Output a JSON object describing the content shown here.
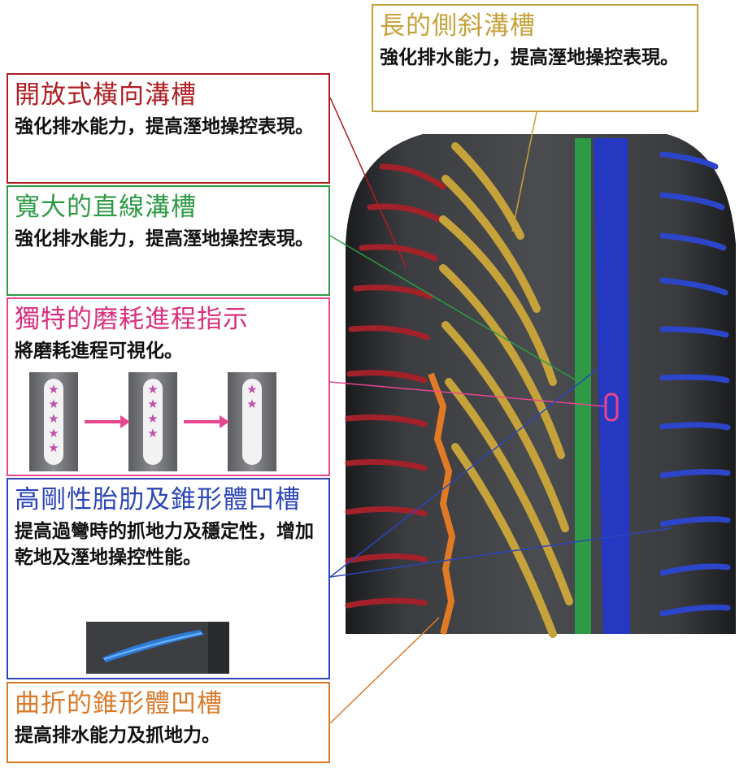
{
  "callouts": {
    "long_oblique": {
      "title": "長的側斜溝槽",
      "desc": "強化排水能力，提高溼地操控表現。",
      "color": "#c6a23b"
    },
    "open_lateral": {
      "title": "開放式橫向溝槽",
      "desc": "強化排水能力，提高溼地操控表現。",
      "color": "#b01e23"
    },
    "wide_straight": {
      "title": "寬大的直線溝槽",
      "desc": "強化排水能力，提高溼地操控表現。",
      "color": "#2e9a46"
    },
    "wear_indicator": {
      "title": "獨特的磨耗進程指示",
      "desc": "將磨耗進程可視化。",
      "color": "#e8458f"
    },
    "rigid_rib": {
      "title": "高剛性胎肋及錐形體凹槽",
      "desc": "提高過彎時的抓地力及穩定性，增加乾地及溼地操控性能。",
      "color": "#2d45b8"
    },
    "zigzag": {
      "title": "曲折的錐形體凹槽",
      "desc": "提高排水能力及抓地力。",
      "color": "#d97a2b"
    }
  },
  "wear_stages": [
    5,
    4,
    2
  ]
}
